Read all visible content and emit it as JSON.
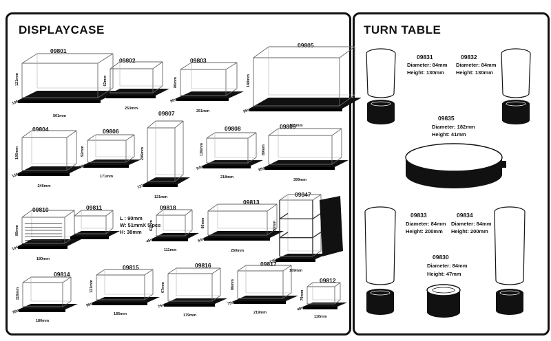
{
  "left_title": "DISPLAYCASE",
  "right_title": "TURN TABLE",
  "cases": [
    {
      "code": "09801",
      "w": "561mm",
      "h": "121mm",
      "d": "108mm"
    },
    {
      "code": "09802",
      "w": "253mm",
      "h": "62mm",
      "d": "80mm"
    },
    {
      "code": "09803",
      "w": "251mm",
      "h": "80mm",
      "d": "80mm"
    },
    {
      "code": "09805",
      "w": "501mm",
      "h": "148mm",
      "d": "85mm"
    },
    {
      "code": "09804",
      "w": "246mm",
      "h": "186mm",
      "d": "158mm"
    },
    {
      "code": "09806",
      "w": "171mm",
      "h": "92mm",
      "d": "117mm"
    },
    {
      "code": "09807",
      "w": "121mm",
      "h": "206mm",
      "d": "121mm"
    },
    {
      "code": "09808",
      "w": "218mm",
      "h": "136mm",
      "d": "94mm"
    },
    {
      "code": "09809",
      "w": "399mm",
      "h": "89mm",
      "d": "85mm"
    },
    {
      "code": "09810",
      "w": "180mm",
      "h": "88mm",
      "d": "104mm"
    },
    {
      "code": "09811",
      "w": "",
      "h": "",
      "d": ""
    },
    {
      "code": "09818",
      "w": "111mm",
      "h": "63mm",
      "d": "45mm"
    },
    {
      "code": "09813",
      "w": "250mm",
      "h": "86mm",
      "d": "63mm"
    },
    {
      "code": "09847",
      "w": "169mm",
      "h": "630mm",
      "d": "135mm"
    },
    {
      "code": "09814",
      "w": "180mm",
      "h": "116mm",
      "d": "89mm"
    },
    {
      "code": "09815",
      "w": "185mm",
      "h": "121mm",
      "d": "86mm"
    },
    {
      "code": "09816",
      "w": "179mm",
      "h": "67mm",
      "d": "75mm"
    },
    {
      "code": "09817",
      "w": "219mm",
      "h": "86mm",
      "d": "75mm"
    },
    {
      "code": "09812",
      "w": "110mm",
      "h": "79mm",
      "d": "48mm"
    }
  ],
  "case_09811_specs": {
    "l": "L : 90mm",
    "w": "W: 51mm",
    "h": "H: 38mm",
    "pcs": "X 5 pcs"
  },
  "turntables": [
    {
      "code": "09831",
      "diameter": "Diameter: 84mm",
      "height": "Height: 130mm"
    },
    {
      "code": "09832",
      "diameter": "Diameter: 84mm",
      "height": "Height: 130mm"
    },
    {
      "code": "09835",
      "diameter": "Diameter: 182mm",
      "height": "Height: 41mm"
    },
    {
      "code": "09833",
      "diameter": "Diameter: 84mm",
      "height": "Height: 200mm"
    },
    {
      "code": "09834",
      "diameter": "Diameter: 84mm",
      "height": "Height: 200mm"
    },
    {
      "code": "09830",
      "diameter": "Diameter: 84mm",
      "height": "Height: 47mm"
    }
  ]
}
